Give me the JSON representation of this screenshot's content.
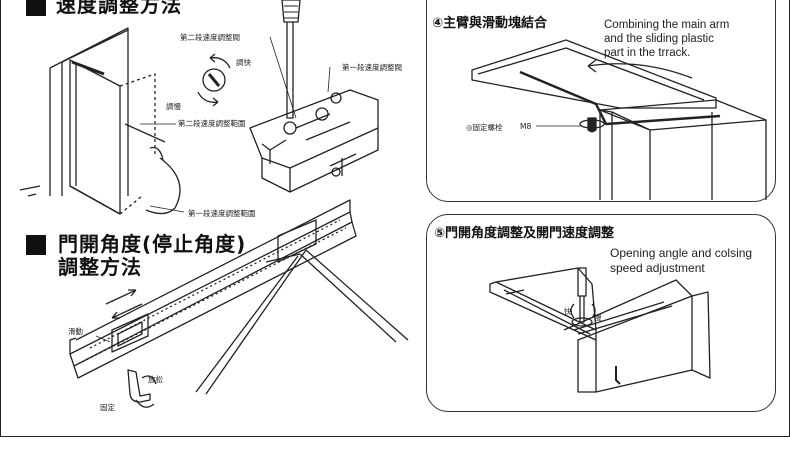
{
  "section_speed": {
    "title": "速度調整方法",
    "label_second_valve": "第二段速度調整閥",
    "label_first_valve": "第一段速度調整閥",
    "label_fast": "調快",
    "label_slow": "調慢",
    "label_second_range": "第二段速度調整範圍",
    "label_first_range": "第一段速度調整範圍"
  },
  "section_angle": {
    "title_line1": "門開角度(停止角度)",
    "title_line2": "調整方法",
    "label_slide": "滑動",
    "label_loosen": "放松",
    "label_fix": "固定"
  },
  "panel4": {
    "number": "④",
    "title": "主臂與滑動塊結合",
    "english": [
      "Combining the main arm",
      "and the sliding plastic",
      "part in the trrack."
    ],
    "label_screw": "◎固定螺栓",
    "label_m8": "M8"
  },
  "panel5": {
    "number": "⑤",
    "title": "門開角度調整及開門速度調整",
    "english": [
      "Opening angle and colsing",
      "speed adjustment"
    ],
    "label_fast": "快",
    "label_slow": "慢"
  }
}
